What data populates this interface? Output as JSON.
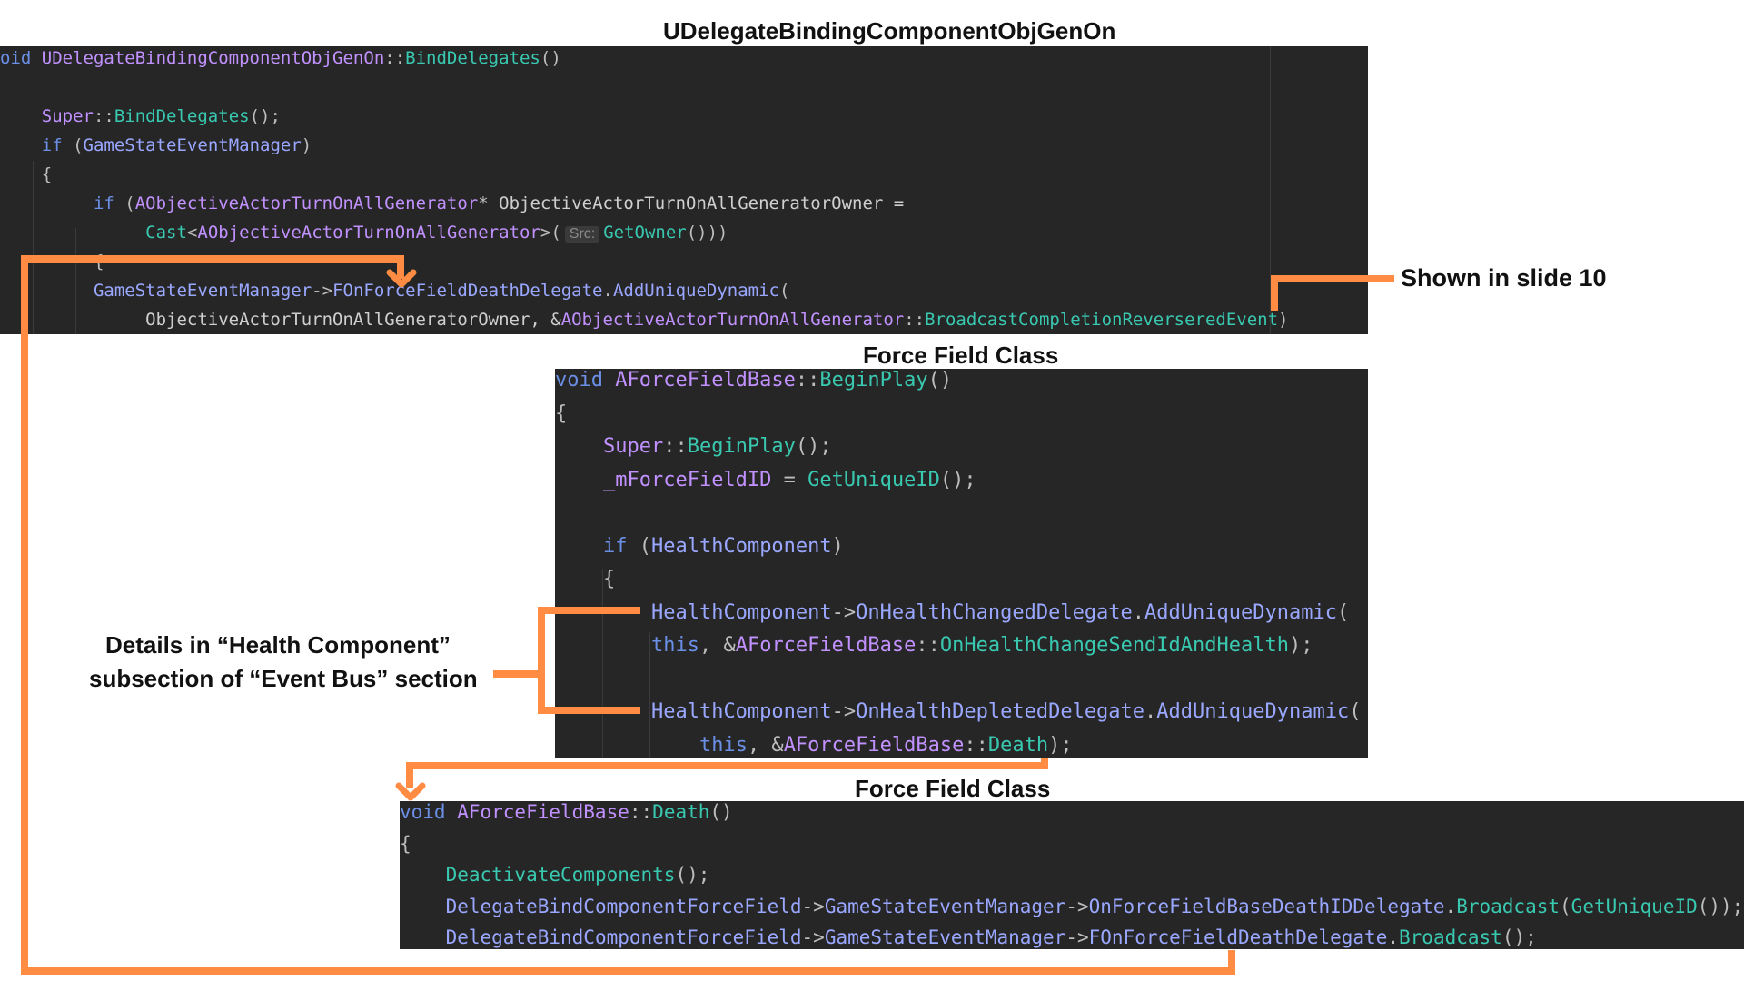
{
  "panel1": {
    "title": "UDelegateBindingComponentObjGenOn",
    "lines": [
      [
        {
          "c": "k",
          "t": "oid "
        },
        {
          "c": "t",
          "t": "UDelegateBindingComponentObjGenOn"
        },
        {
          "c": "p",
          "t": "::"
        },
        {
          "c": "f",
          "t": "BindDelegates"
        },
        {
          "c": "p",
          "t": "()"
        }
      ],
      [],
      [
        {
          "c": "d",
          "t": "    "
        },
        {
          "c": "t",
          "t": "Super"
        },
        {
          "c": "p",
          "t": "::"
        },
        {
          "c": "f",
          "t": "BindDelegates"
        },
        {
          "c": "p",
          "t": "();"
        }
      ],
      [
        {
          "c": "d",
          "t": "    "
        },
        {
          "c": "k",
          "t": "if"
        },
        {
          "c": "p",
          "t": " ("
        },
        {
          "c": "m",
          "t": "GameStateEventManager"
        },
        {
          "c": "p",
          "t": ")"
        }
      ],
      [
        {
          "c": "d",
          "t": "    "
        },
        {
          "c": "p",
          "t": "{"
        }
      ],
      [
        {
          "c": "d",
          "t": "         "
        },
        {
          "c": "k",
          "t": "if"
        },
        {
          "c": "p",
          "t": " ("
        },
        {
          "c": "t",
          "t": "AObjectiveActorTurnOnAllGenerator"
        },
        {
          "c": "p",
          "t": "* "
        },
        {
          "c": "d",
          "t": "ObjectiveActorTurnOnAllGeneratorOwner ="
        }
      ],
      [
        {
          "c": "d",
          "t": "              "
        },
        {
          "c": "f",
          "t": "Cast"
        },
        {
          "c": "p",
          "t": "<"
        },
        {
          "c": "t",
          "t": "AObjectiveActorTurnOnAllGenerator"
        },
        {
          "c": "p",
          "t": ">("
        },
        {
          "hint": "Src:"
        },
        {
          "c": "f",
          "t": "GetOwner"
        },
        {
          "c": "p",
          "t": "()))"
        }
      ],
      [
        {
          "c": "d",
          "t": "         "
        },
        {
          "c": "p",
          "t": "{"
        }
      ],
      [
        {
          "c": "d",
          "t": "         "
        },
        {
          "c": "m",
          "t": "GameStateEventManager"
        },
        {
          "c": "p",
          "t": "->"
        },
        {
          "c": "m",
          "t": "FOnForceFieldDeathDelegate"
        },
        {
          "c": "p",
          "t": "."
        },
        {
          "c": "m",
          "t": "AddUniqueDynamic"
        },
        {
          "c": "p",
          "t": "("
        }
      ],
      [
        {
          "c": "d",
          "t": "              ObjectiveActorTurnOnAllGeneratorOwner, &"
        },
        {
          "c": "t",
          "t": "AObjectiveActorTurnOnAllGenerator"
        },
        {
          "c": "p",
          "t": "::"
        },
        {
          "c": "f",
          "t": "BroadcastCompletionReverseredEvent"
        },
        {
          "c": "p",
          "t": ")"
        }
      ]
    ]
  },
  "panel2": {
    "title": "Force Field Class",
    "lines": [
      [
        {
          "c": "k",
          "t": "void "
        },
        {
          "c": "t",
          "t": "AForceFieldBase"
        },
        {
          "c": "p",
          "t": "::"
        },
        {
          "c": "f",
          "t": "BeginPlay"
        },
        {
          "c": "p",
          "t": "()"
        }
      ],
      [
        {
          "c": "p",
          "t": "{"
        }
      ],
      [
        {
          "c": "d",
          "t": "    "
        },
        {
          "c": "t",
          "t": "Super"
        },
        {
          "c": "p",
          "t": "::"
        },
        {
          "c": "f",
          "t": "BeginPlay"
        },
        {
          "c": "p",
          "t": "();"
        }
      ],
      [
        {
          "c": "d",
          "t": "    "
        },
        {
          "c": "n",
          "t": "_mForceFieldID"
        },
        {
          "c": "p",
          "t": " = "
        },
        {
          "c": "f",
          "t": "GetUniqueID"
        },
        {
          "c": "p",
          "t": "();"
        }
      ],
      [],
      [
        {
          "c": "d",
          "t": "    "
        },
        {
          "c": "k",
          "t": "if"
        },
        {
          "c": "p",
          "t": " ("
        },
        {
          "c": "m",
          "t": "HealthComponent"
        },
        {
          "c": "p",
          "t": ")"
        }
      ],
      [
        {
          "c": "d",
          "t": "    "
        },
        {
          "c": "p",
          "t": "{"
        }
      ],
      [
        {
          "c": "d",
          "t": "        "
        },
        {
          "c": "m",
          "t": "HealthComponent"
        },
        {
          "c": "p",
          "t": "->"
        },
        {
          "c": "m",
          "t": "OnHealthChangedDelegate"
        },
        {
          "c": "p",
          "t": "."
        },
        {
          "c": "m",
          "t": "AddUniqueDynamic"
        },
        {
          "c": "p",
          "t": "("
        }
      ],
      [
        {
          "c": "d",
          "t": "        "
        },
        {
          "c": "k",
          "t": "this"
        },
        {
          "c": "p",
          "t": ", &"
        },
        {
          "c": "t",
          "t": "AForceFieldBase"
        },
        {
          "c": "p",
          "t": "::"
        },
        {
          "c": "f",
          "t": "OnHealthChangeSendIdAndHealth"
        },
        {
          "c": "p",
          "t": ");"
        }
      ],
      [],
      [
        {
          "c": "d",
          "t": "        "
        },
        {
          "c": "m",
          "t": "HealthComponent"
        },
        {
          "c": "p",
          "t": "->"
        },
        {
          "c": "m",
          "t": "OnHealthDepletedDelegate"
        },
        {
          "c": "p",
          "t": "."
        },
        {
          "c": "m",
          "t": "AddUniqueDynamic"
        },
        {
          "c": "p",
          "t": "("
        }
      ],
      [
        {
          "c": "d",
          "t": "            "
        },
        {
          "c": "k",
          "t": "this"
        },
        {
          "c": "p",
          "t": ", &"
        },
        {
          "c": "t",
          "t": "AForceFieldBase"
        },
        {
          "c": "p",
          "t": "::"
        },
        {
          "c": "f",
          "t": "Death"
        },
        {
          "c": "p",
          "t": ");"
        }
      ]
    ]
  },
  "panel3": {
    "title": "Force Field Class",
    "lines": [
      [
        {
          "c": "k",
          "t": "void "
        },
        {
          "c": "t",
          "t": "AForceFieldBase"
        },
        {
          "c": "p",
          "t": "::"
        },
        {
          "c": "f",
          "t": "Death"
        },
        {
          "c": "p",
          "t": "()"
        }
      ],
      [
        {
          "c": "p",
          "t": "{"
        }
      ],
      [
        {
          "c": "d",
          "t": "    "
        },
        {
          "c": "f",
          "t": "DeactivateComponents"
        },
        {
          "c": "p",
          "t": "();"
        }
      ],
      [
        {
          "c": "d",
          "t": "    "
        },
        {
          "c": "m",
          "t": "DelegateBindComponentForceField"
        },
        {
          "c": "p",
          "t": "->"
        },
        {
          "c": "m",
          "t": "GameStateEventManager"
        },
        {
          "c": "p",
          "t": "->"
        },
        {
          "c": "m",
          "t": "OnForceFieldBaseDeathIDDelegate"
        },
        {
          "c": "p",
          "t": "."
        },
        {
          "c": "f",
          "t": "Broadcast"
        },
        {
          "c": "p",
          "t": "("
        },
        {
          "c": "f",
          "t": "GetUniqueID"
        },
        {
          "c": "p",
          "t": "());"
        }
      ],
      [
        {
          "c": "d",
          "t": "    "
        },
        {
          "c": "m",
          "t": "DelegateBindComponentForceField"
        },
        {
          "c": "p",
          "t": "->"
        },
        {
          "c": "m",
          "t": "GameStateEventManager"
        },
        {
          "c": "p",
          "t": "->"
        },
        {
          "c": "m",
          "t": "FOnForceFieldDeathDelegate"
        },
        {
          "c": "p",
          "t": "."
        },
        {
          "c": "f",
          "t": "Broadcast"
        },
        {
          "c": "p",
          "t": "();"
        }
      ]
    ]
  },
  "annotations": {
    "slide_note": "Shown in slide 10",
    "health_note_line1": "Details in “Health Component”",
    "health_note_line2": "subsection of “Event Bus” section"
  },
  "colors": {
    "arrow": "#ff8c42",
    "panel_bg": "#262626",
    "keyword": "#6b8fe6",
    "type": "#c191ff",
    "function": "#39c8b0",
    "member": "#9aa7ff",
    "punct": "#bdbdbd"
  }
}
